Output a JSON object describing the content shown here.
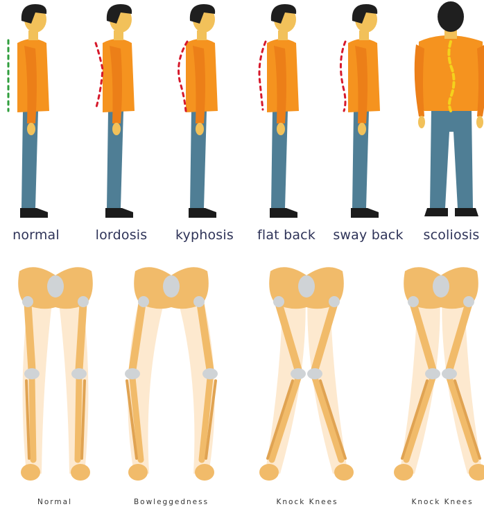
{
  "colors": {
    "shirt": "#f5931f",
    "shirt_shade": "#ec7f18",
    "pants": "#4f7e95",
    "skin": "#f2c15a",
    "hair": "#1f1f1f",
    "shoe": "#1b1b1b",
    "spine_normal": "#2f9e3c",
    "spine_bad": "#d6192b",
    "spine_scoliosis": "#f4d21c",
    "bone": "#f1bb6a",
    "bone_dark": "#e0a352",
    "leg_glow": "#fde9cf",
    "joint": "#cfd3d6",
    "label_posture": "#2e3358"
  },
  "postures": [
    {
      "label": "normal",
      "spine": "straight"
    },
    {
      "label": "lordosis",
      "spine": "lordosis"
    },
    {
      "label": "kyphosis",
      "spine": "kyphosis"
    },
    {
      "label": "flat back",
      "spine": "flat"
    },
    {
      "label": "sway back",
      "spine": "sway"
    },
    {
      "label": "scoliosis",
      "spine": "scoliosis"
    }
  ],
  "legs": [
    {
      "label": "Normal",
      "shape": "normal"
    },
    {
      "label": "Bowleggedness",
      "shape": "bow"
    },
    {
      "label": "Knock Knees",
      "shape": "knock"
    },
    {
      "label": "Knock Knees",
      "shape": "knock"
    }
  ]
}
